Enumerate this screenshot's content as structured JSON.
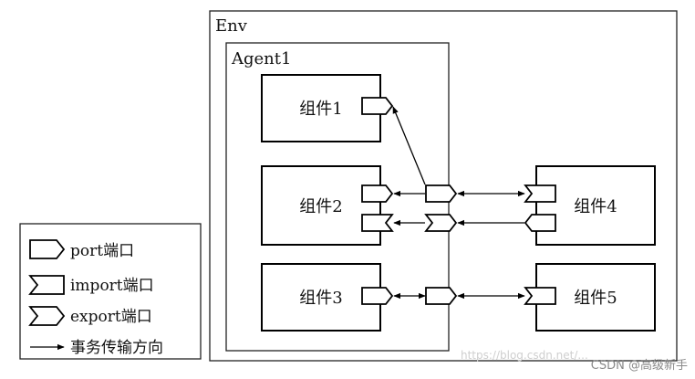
{
  "env": {
    "label": "Env"
  },
  "agent": {
    "label": "Agent1"
  },
  "components": {
    "c1": {
      "label": "组件1"
    },
    "c2": {
      "label": "组件2"
    },
    "c3": {
      "label": "组件3"
    },
    "c4": {
      "label": "组件4"
    },
    "c5": {
      "label": "组件5"
    }
  },
  "legend": {
    "port": "port端口",
    "import": "import端口",
    "export": "export端口",
    "arrow": "事务传输方向"
  },
  "watermark": {
    "faint": "https://blog.csdn.net/...",
    "main": "CSDN @高级新手"
  }
}
